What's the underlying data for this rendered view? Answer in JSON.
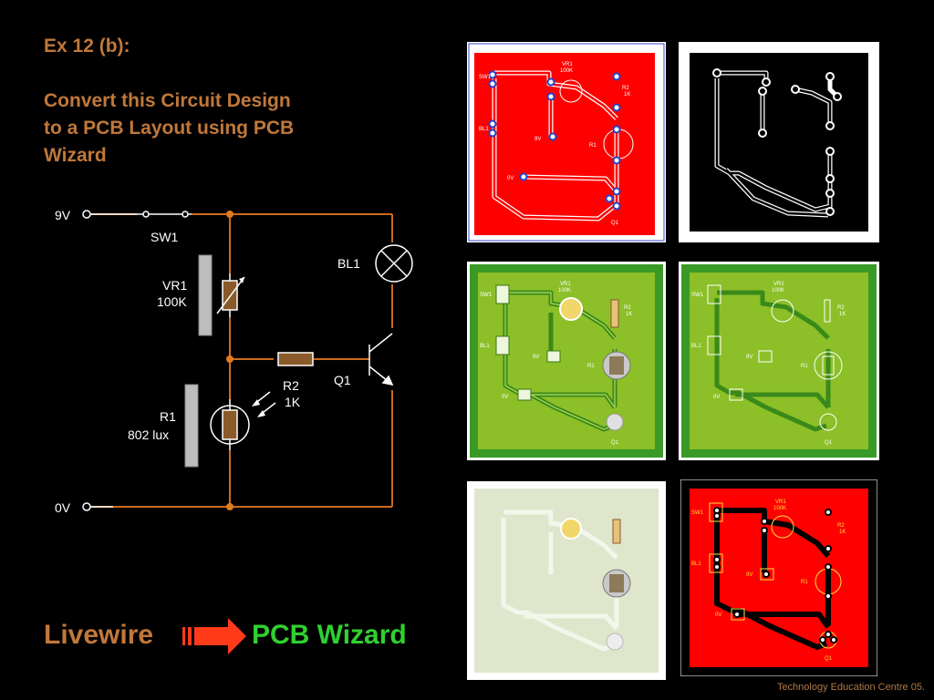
{
  "slide": {
    "heading": "Ex 12 (b):",
    "instruction_lines": [
      "Convert this Circuit Design",
      "to a PCB Layout using PCB",
      "Wizard"
    ],
    "footer": "Technology Education Centre 05."
  },
  "flow": {
    "from": "Livewire",
    "to": "PCB Wizard"
  },
  "schematic": {
    "supply_top": "9V",
    "supply_bottom": "0V",
    "switch": "SW1",
    "pot_name": "VR1",
    "pot_value": "100K",
    "lamp": "BL1",
    "resistor_name": "R2",
    "resistor_value": "1K",
    "transistor": "Q1",
    "ldr_name": "R1",
    "ldr_value": "802 lux"
  },
  "pcb_labels": {
    "sw1": "SW1",
    "vr1": "VR1",
    "vr1_value": "100K",
    "r2": "R2",
    "r2_value": "1K",
    "bl1": "BL1",
    "v9": "9V",
    "r1": "R1",
    "v0": "0V",
    "q1": "Q1"
  },
  "colors": {
    "wire": "#cc6a1e",
    "title": "#c0783a",
    "pcb_wizard": "#2fd12f",
    "arrow": "#ff3b1a",
    "board_red": "#ff0000",
    "board_green": "#8cbf28"
  }
}
